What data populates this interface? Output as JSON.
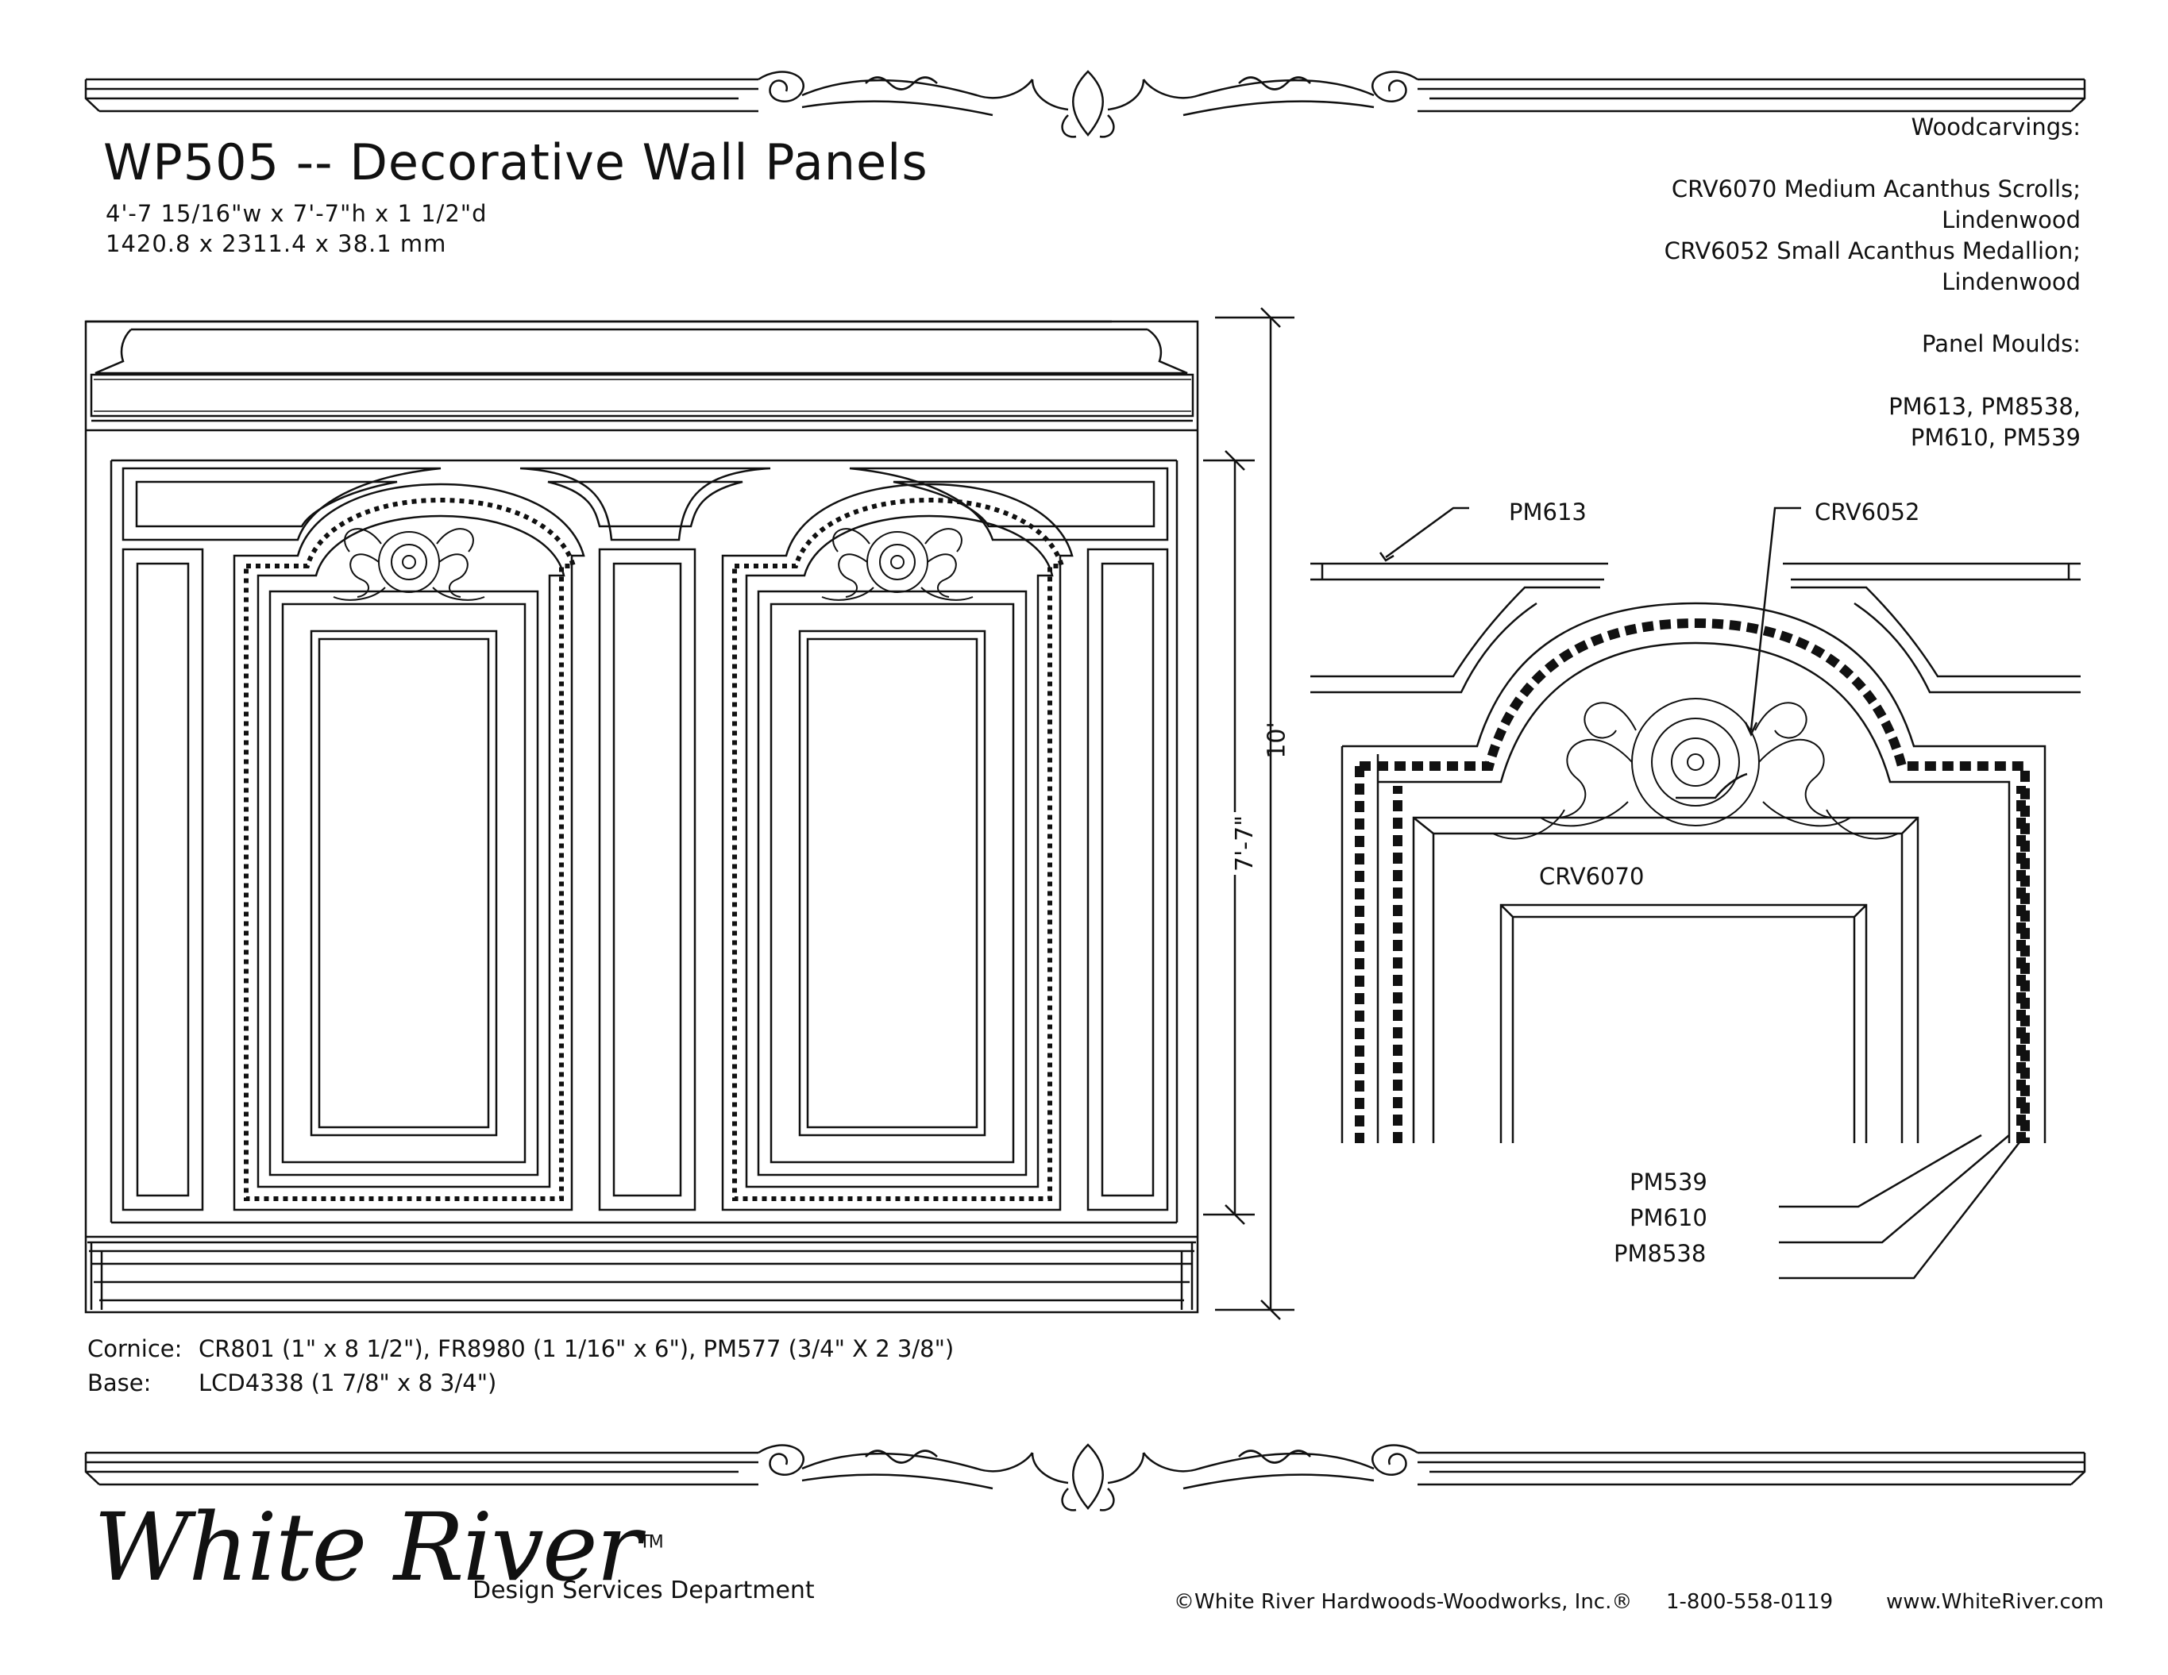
{
  "header": {
    "title": "WP505 -- Decorative Wall Panels",
    "dim_imperial": "4'-7 15/16\"w x 7'-7\"h x 1 1/2\"d",
    "dim_metric": "1420.8 x 2311.4 x 38.1 mm"
  },
  "specs": {
    "woodcarvings_heading": "Woodcarvings:",
    "carving_1_line1": "CRV6070  Medium Acanthus Scrolls;",
    "carving_1_line2": "Lindenwood",
    "carving_2_line1": "CRV6052  Small Acanthus Medallion;",
    "carving_2_line2": "Lindenwood",
    "mouldings_heading": "Panel Moulds:",
    "mouldings_line1": "PM613, PM8538,",
    "mouldings_line2": "PM610,  PM539"
  },
  "elevation": {
    "overall_height": "10'",
    "panel_height": "7'-7\""
  },
  "detail_callouts": {
    "pm613": "PM613",
    "crv6052": "CRV6052",
    "crv6070": "CRV6070",
    "pm539": "PM539",
    "pm610": "PM610",
    "pm8538": "PM8538"
  },
  "notes": {
    "cornice_label": "Cornice:",
    "cornice_value": "CR801 (1\" x 8 1/2\"), FR8980 (1 1/16\" x 6\"), PM577 (3/4\" X 2 3/8\")",
    "base_label": "Base:",
    "base_value": "LCD4338 (1 7/8\" x 8 3/4\")"
  },
  "footer": {
    "logo": "White River",
    "logo_tm": "TM",
    "department": "Design Services Department",
    "copyright": "©White River Hardwoods-Woodworks, Inc.®",
    "phone": "1-800-558-0119",
    "website": "www.WhiteRiver.com"
  }
}
